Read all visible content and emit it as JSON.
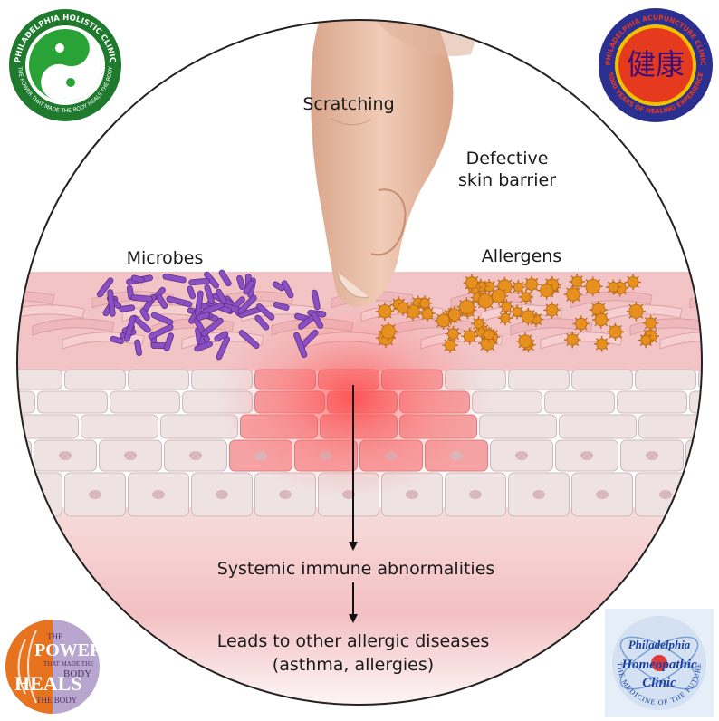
{
  "labels": {
    "scratching": "Scratching",
    "defective_line1": "Defective",
    "defective_line2": "skin barrier",
    "microbes": "Microbes",
    "allergens": "Allergens",
    "systemic": "Systemic immune abnormalities",
    "leads_line1": "Leads to other allergic diseases",
    "leads_line2": "(asthma, allergies)"
  },
  "logos": {
    "holistic": {
      "ring_top": "PHILADELPHIA HOLISTIC CLINIC",
      "ring_bottom": "THE POWER THAT MADE THE BODY HEALS THE BODY",
      "colors": {
        "ring": "#1f7a2e",
        "yin": "#2aa336",
        "yang": "#ffffff"
      }
    },
    "acupuncture": {
      "ring_top": "PHILADELPHIA ACUPUNCTURE CLINIC",
      "ring_bottom": "5000 YEARS OF HEALING EXPERIENCE",
      "glyphs": "健康",
      "colors": {
        "ring": "#2b2f8f",
        "inner": "#e63a1f",
        "glyph": "#c8102e"
      }
    },
    "power": {
      "w_the_top": "THE",
      "w_power": "POWER",
      "w_made": "THAT MADE THE",
      "w_body": "BODY",
      "w_heals": "HEALS",
      "w_the_body": "THE BODY",
      "colors": {
        "orange": "#e8731e",
        "lavender": "#b9a6cf"
      }
    },
    "homeopathic": {
      "w1": "Philadelphia",
      "w2": "Homeopathic",
      "w3": "Clinic",
      "ring": "THE MEDICINE OF THE FUTURE",
      "colors": {
        "bg": "#e6eef8",
        "text": "#1a3fa0"
      }
    }
  },
  "colors": {
    "arrow": "#111111",
    "circle": "#222222",
    "cell": "#efe2e3",
    "cell_red": "#f5a2a4",
    "glow": "#ff4d4d",
    "microbe": "#8a4fc0",
    "allergen": "#e5901f",
    "finger": "#e9c2ab"
  }
}
